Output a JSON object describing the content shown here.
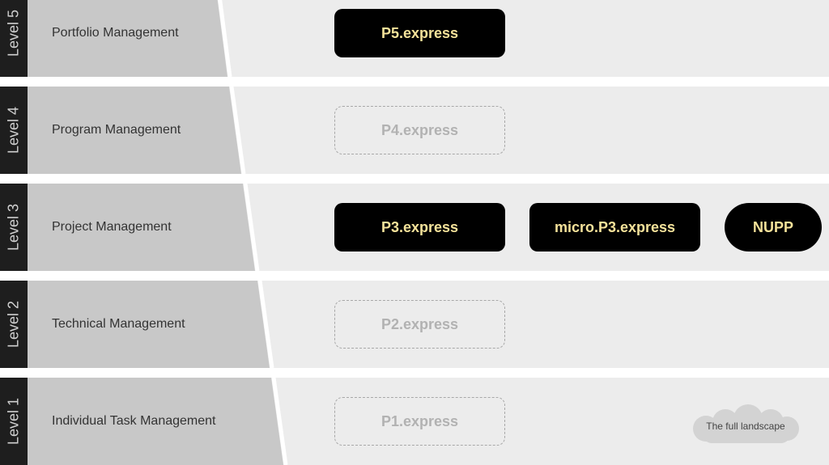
{
  "levels": [
    {
      "tab": "Level 5",
      "title": "Portfolio Management",
      "boxes": [
        {
          "label": "P5.express",
          "state": "active"
        }
      ]
    },
    {
      "tab": "Level 4",
      "title": "Program Management",
      "boxes": [
        {
          "label": "P4.express",
          "state": "inactive"
        }
      ]
    },
    {
      "tab": "Level 3",
      "title": "Project Management",
      "boxes": [
        {
          "label": "P3.express",
          "state": "active"
        },
        {
          "label": "micro.P3.express",
          "state": "active"
        },
        {
          "label": "NUPP",
          "state": "active",
          "shape": "pill"
        }
      ]
    },
    {
      "tab": "Level 2",
      "title": "Technical Management",
      "boxes": [
        {
          "label": "P2.express",
          "state": "inactive"
        }
      ]
    },
    {
      "tab": "Level 1",
      "title": "Individual Task Management",
      "boxes": [
        {
          "label": "P1.express",
          "state": "inactive"
        }
      ]
    }
  ],
  "cloud_button": {
    "label": "The full landscape"
  },
  "colors": {
    "active_box_bg": "#000000",
    "active_box_text": "#f4e29a",
    "inactive_box_border": "#a8a8a8",
    "inactive_box_text": "#b2b2b2",
    "left_panel": "#c8c8c8",
    "right_panel": "#ececec",
    "tab_bg": "#1e1e1e"
  }
}
